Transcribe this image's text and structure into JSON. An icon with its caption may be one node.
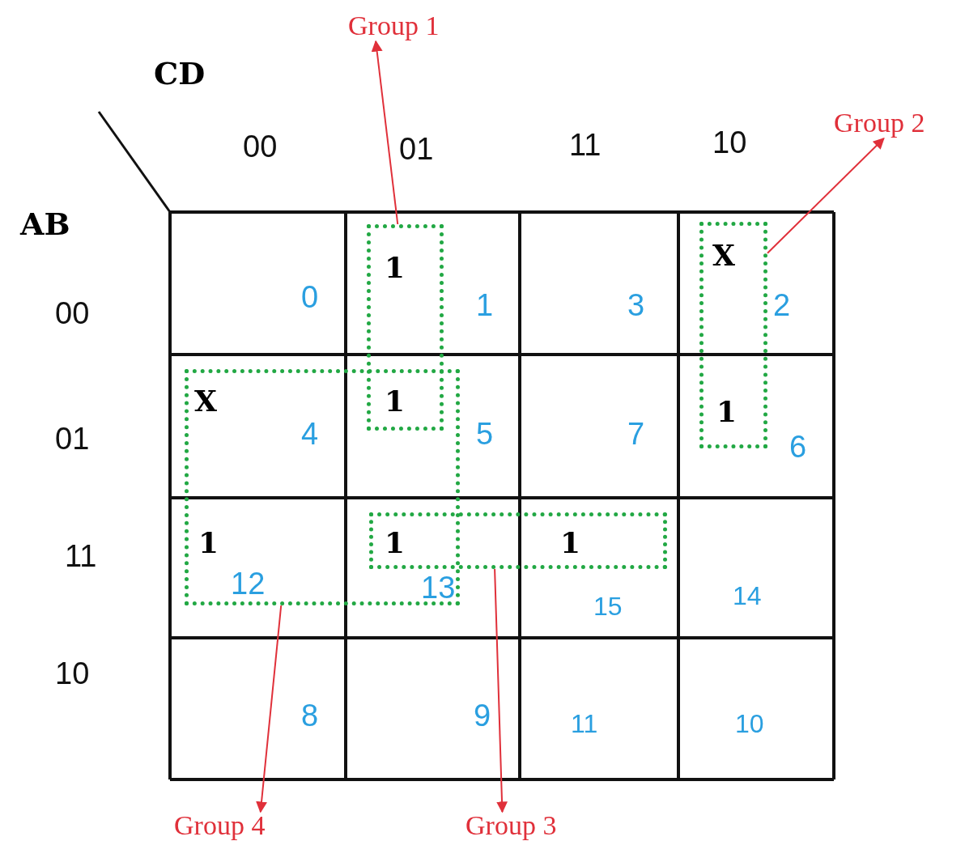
{
  "diagram": {
    "nodes": [
      {
        "text": [
          "Group 1"
        ]
      },
      {
        "text": [
          "Group 2"
        ]
      },
      {
        "text": [
          "Group 4"
        ]
      },
      {
        "text": [
          "Group 3"
        ]
      },
      {
        "text": [],
        "shape": "box"
      },
      {
        "text": [],
        "shape": "box"
      },
      {
        "text": [],
        "shape": "box"
      },
      {
        "text": [],
        "shape": "box"
      }
    ],
    "edges": [
      {
        "from": 4,
        "to": 0,
        "arrow": "to"
      },
      {
        "from": 5,
        "to": 1,
        "arrow": "to"
      },
      {
        "from": 6,
        "to": 3,
        "arrow": "to"
      },
      {
        "from": 7,
        "to": 2,
        "arrow": "to"
      }
    ],
    "labels": [
      "CD",
      "00",
      "01",
      "11",
      "10",
      "AB",
      "00",
      "0",
      "1",
      "1",
      "3",
      "X",
      "2",
      "01",
      "X",
      "4",
      "1",
      "5",
      "7",
      "1",
      "6",
      "11",
      "1",
      "12",
      "1",
      "13",
      "1",
      "15",
      "14",
      "10",
      "8",
      "9",
      "11",
      "10"
    ]
  }
}
